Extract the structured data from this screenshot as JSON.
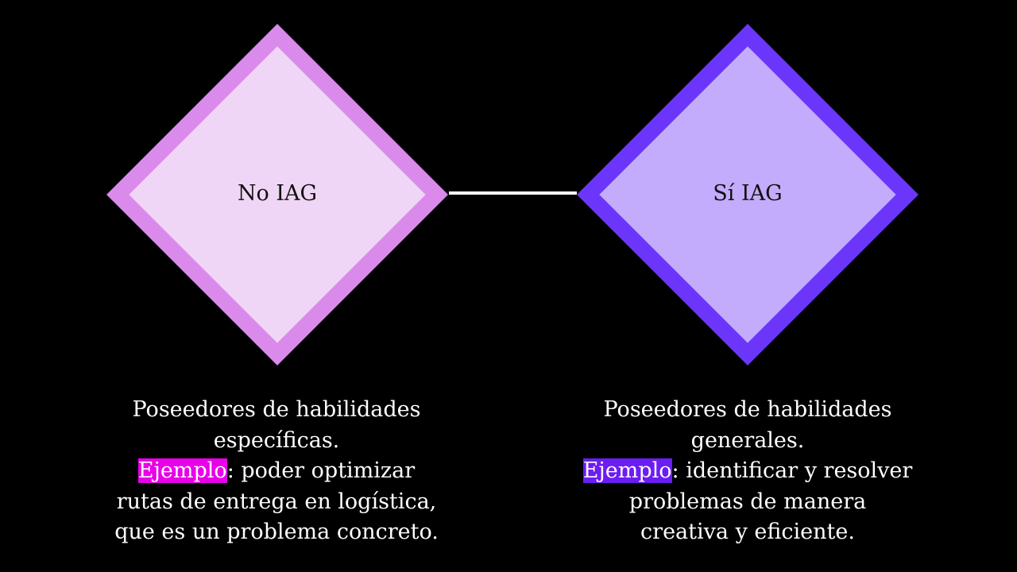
{
  "colors": {
    "background": "#000000",
    "left_outer": "#DA8AEB",
    "left_inner": "#F0D6F6",
    "right_outer": "#6C36FA",
    "right_inner": "#C4ACFC",
    "left_highlight": "#E800E8",
    "right_highlight": "#6C1DF2",
    "connector": "#FFFFFF"
  },
  "left": {
    "label": "No IAG",
    "line1": "Poseedores de habilidades",
    "line2": "específicas.",
    "example_word": "Ejemplo",
    "line3_rest": ": poder optimizar",
    "line4": "rutas de entrega en logística,",
    "line5": "que es un problema concreto."
  },
  "right": {
    "label": "Sí IAG",
    "line1": "Poseedores de habilidades",
    "line2": "generales.",
    "example_word": "Ejemplo",
    "line3_rest": ": identificar y resolver",
    "line4": "problemas de manera",
    "line5": "creativa y eficiente."
  }
}
